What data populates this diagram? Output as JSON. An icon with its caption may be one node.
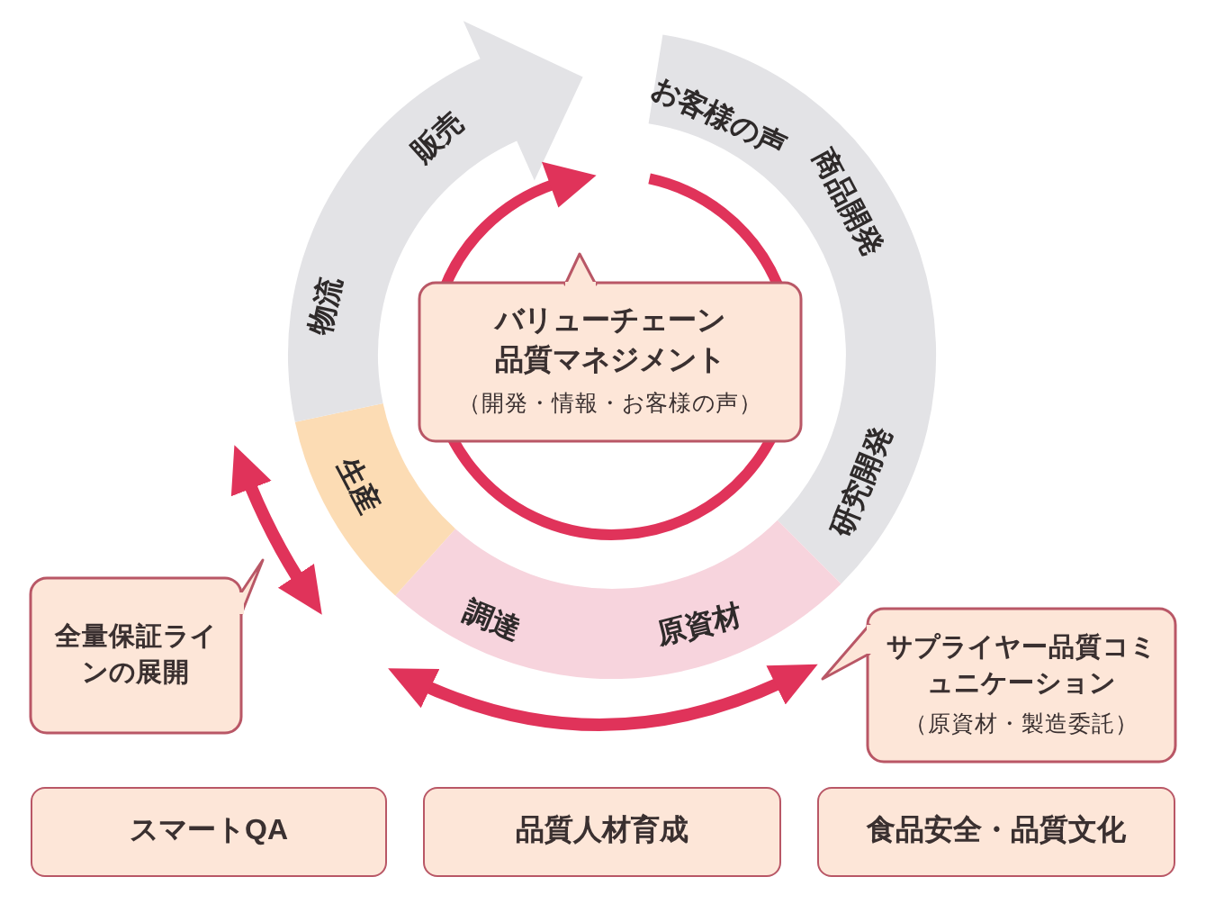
{
  "diagram": {
    "nodes": [
      {
        "text": [
          "バリューチェーン品質マネジメント",
          "（開発・情報・お客様の声）"
        ]
      },
      {
        "text": [
          "全量保証ラインの展開"
        ]
      },
      {
        "text": [
          "サプライヤー品質コミュニケーション",
          "（原資材・製造委託）"
        ]
      },
      {
        "text": [
          "スマートQA"
        ]
      },
      {
        "text": [
          "品質人材育成"
        ]
      },
      {
        "text": [
          "食品安全・品質文化"
        ]
      }
    ],
    "labels": [
      "販売",
      "お客様の声",
      "商品開発",
      "物流",
      "研究開発",
      "生産",
      "調達",
      "原資材"
    ]
  }
}
